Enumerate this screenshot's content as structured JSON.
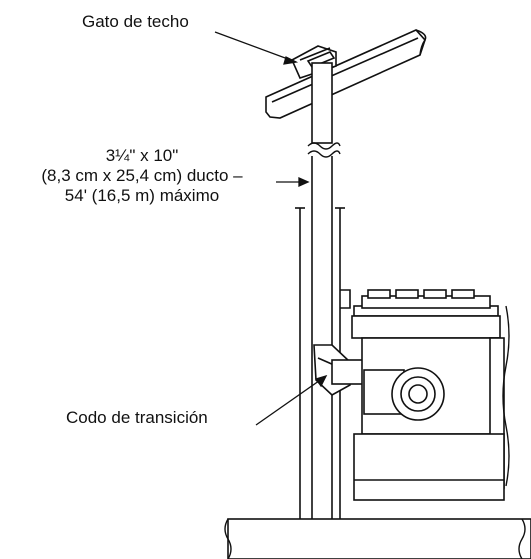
{
  "labels": {
    "roof_jack": "Gato de techo",
    "duct_line1": "3¼\" x 10\"",
    "duct_line2": "(8,3 cm x 25,4 cm) ducto –",
    "duct_line3": "54' (16,5 m) máximo",
    "transition_elbow": "Codo de transición"
  }
}
